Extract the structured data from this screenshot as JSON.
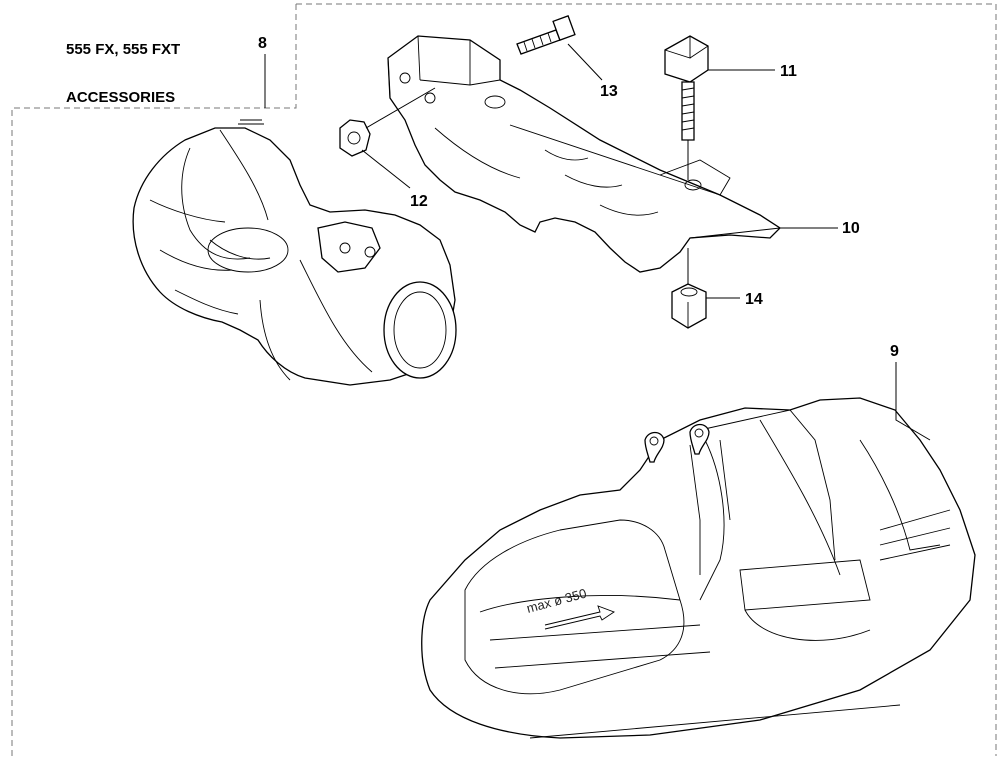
{
  "title": {
    "line1": "555 FX, 555 FXT",
    "line2": "ACCESSORIES"
  },
  "callouts": [
    "8",
    "9",
    "10",
    "11",
    "12",
    "13",
    "14"
  ]
}
